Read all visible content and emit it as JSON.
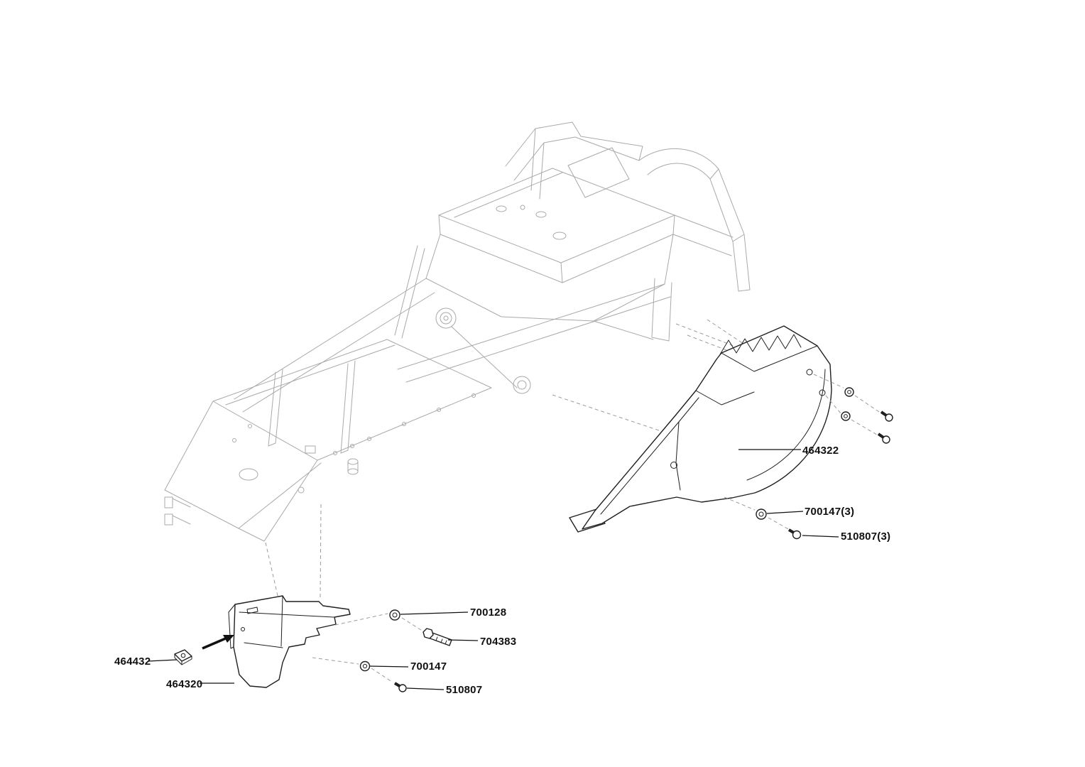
{
  "diagram": {
    "type": "exploded-parts-diagram",
    "subject": "ride-on-mower-chassis-fender-parts",
    "colors": {
      "part_line": "#1f1f1f",
      "frame_line": "#a9a9a9",
      "label_text": "#111111",
      "background": "#ffffff"
    },
    "labels": [
      {
        "part": "464322",
        "text": "464322"
      },
      {
        "part": "700147",
        "text": "700147(3)"
      },
      {
        "part": "510807",
        "text": "510807(3)"
      },
      {
        "part": "700128",
        "text": "700128"
      },
      {
        "part": "704383",
        "text": "704383"
      },
      {
        "part": "700147",
        "text": "700147"
      },
      {
        "part": "510807",
        "text": "510807"
      },
      {
        "part": "464432",
        "text": "464432"
      },
      {
        "part": "464320",
        "text": "464320"
      }
    ]
  }
}
